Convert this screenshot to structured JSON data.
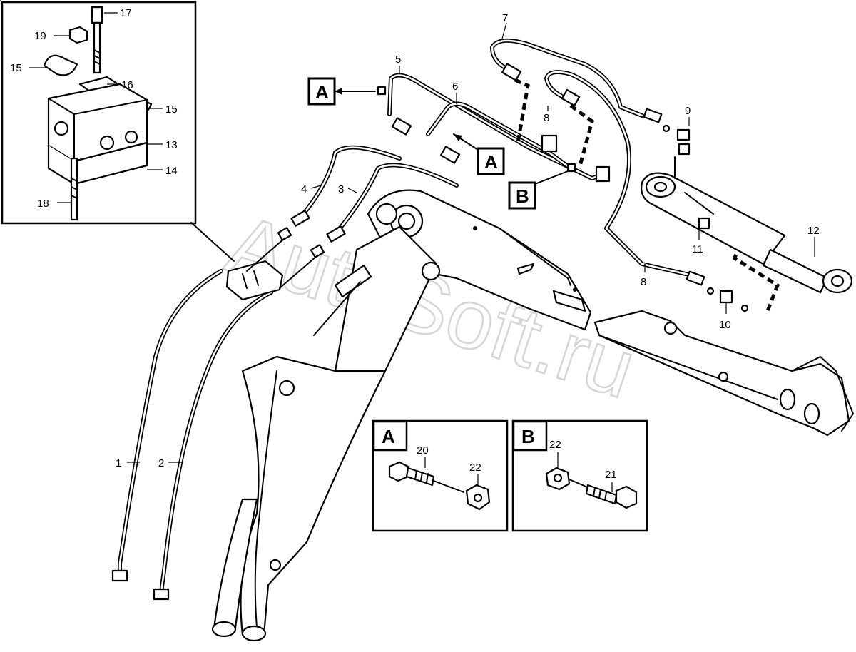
{
  "watermark": "AutoSoft.ru",
  "callouts": {
    "c1": "1",
    "c2": "2",
    "c3": "3",
    "c4": "4",
    "c5": "5",
    "c6": "6",
    "c7": "7",
    "c8a": "8",
    "c8b": "8",
    "c9": "9",
    "c10": "10",
    "c11": "11",
    "c12": "12",
    "c13": "13",
    "c14": "14",
    "c15a": "15",
    "c15b": "15",
    "c16": "16",
    "c17": "17",
    "c18": "18",
    "c19": "19",
    "c20": "20",
    "c21": "21",
    "c22a": "22",
    "c22b": "22"
  },
  "detail_refs": {
    "ref_a1": "A",
    "ref_a2": "A",
    "ref_b1": "B",
    "panel_a": "A",
    "panel_b": "B"
  },
  "icons": {
    "inset": "hose-clamp-assembly-detail",
    "panel_a": "bolt-and-nut-detail",
    "panel_b": "bolt-and-washer-detail"
  }
}
